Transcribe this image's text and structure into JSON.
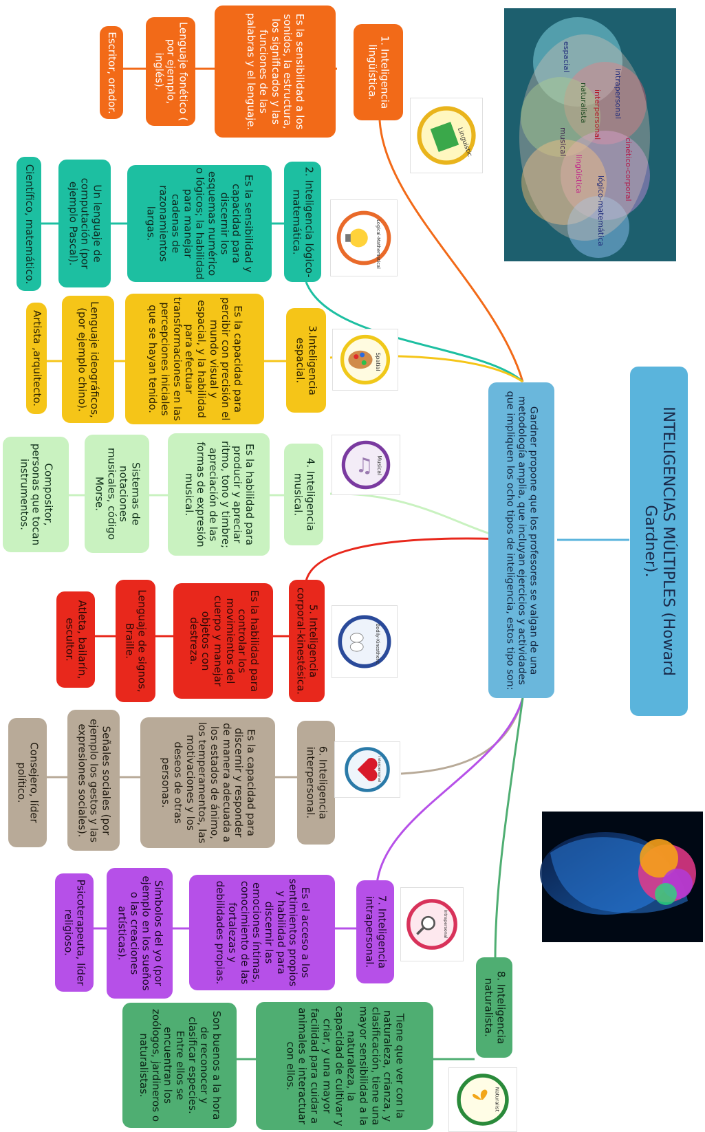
{
  "title": "INTELIGENCIAS MÚLTIPLES (Howard Gardner).",
  "central_text": "Gardner propone que los profesores se valgan de una metodología amplia, que incluyan ejercicios y actividades que impliquen los ocho tipos de inteligencia, estos tipo son:",
  "colors": {
    "title": "#5ab4dc",
    "central": "#6ab7dc",
    "linguistica": "#f26a18",
    "logico": "#1dbfa1",
    "espacial": "#f5c518",
    "musical": "#c9f2c0",
    "corporal": "#e8281c",
    "interpersonal": "#b8aa98",
    "intrapersonal": "#b650e8",
    "naturalista": "#4fae72"
  },
  "intelligences": [
    {
      "key": "linguistica",
      "name": "1. Inteligencia lingüística.",
      "description": "Es la sensibilidad a los sonidos, la estructura, los significados y las funciones de las palabras y el lenguaje.",
      "symbols": "Lenguaje fonético ( por ejemplo, inglés).",
      "roles": "Escritor, orador.",
      "icon": "book-icon",
      "icon_text": "Linguistic"
    },
    {
      "key": "logico",
      "name": "2. Inteligencia lógico-matemática.",
      "description": "Es la sensibilidad y capacidad para discernir los esquemas numérico o lógicos; la habilidad para manejar cadenas de razonamientos largas.",
      "symbols": "Un lenguaje de computación (por ejemplo Pascal).",
      "roles": "Científico, matemático.",
      "icon": "lightbulb-icon",
      "icon_text": "Logical-Mathematical"
    },
    {
      "key": "espacial",
      "name": "3.Inteligencia espacial.",
      "description": "Es la capacidad para percibir con precisión el mundo visual y espacial, y la habilidad para efectuar transformaciones en las percepciones iniciales que se hayan tenido.",
      "symbols": "Lenguaje ideográficos, (por ejemplo chino).",
      "roles": "Artista ,arquitecto.",
      "icon": "palette-icon",
      "icon_text": "Spatial"
    },
    {
      "key": "musical",
      "name": "4. Inteligencia musical.",
      "description": "Es la habilidad para producir y apreciar ritmo, tono y timbre; apreciación de las formas de expresión musical.",
      "symbols": "Sistemas de notaciones musicales, código Morse.",
      "roles": "Compositor, personas que tocan instrumentos.",
      "icon": "music-note-icon",
      "icon_text": "Musical"
    },
    {
      "key": "corporal",
      "name": "5. Inteligencia corporal-kinestésica.",
      "description": "Es la habilidad para controlar los movimientos del cuerpo y manejar objetos con destreza.",
      "symbols": "Lenguaje de signos, Braille.",
      "roles": "Atleta, bailarín, escultor.",
      "icon": "hands-icon",
      "icon_text": "Bodily-Kinesthetic"
    },
    {
      "key": "interpersonal",
      "name": "6. Inteligencia interpersonal.",
      "description": "Es la capacidad para discernir y responder de manera adecuada a los estados de ánimo, los temperamentos, las motivaciones y los deseos de otras personas.",
      "symbols": "Señales sociales (por ejemplo los gestos y las expresiones sociales).",
      "roles": "Consejero, líder político.",
      "icon": "heart-icon",
      "icon_text": "Interpersonal"
    },
    {
      "key": "intrapersonal",
      "name": "7. Inteligencia intrapersonal.",
      "description": "Es el acceso a los sentimientos propios y habilidad para discernir las emociones íntimas, conocimiento de las fortalezas y debilidades propias.",
      "symbols": "Símbolos del yo (por ejemplo en los sueños o las creaciones artísticas).",
      "roles": "Psicoterapeuta, líder religioso.",
      "icon": "magnifier-icon",
      "icon_text": "Intrapersonal"
    },
    {
      "key": "naturalista",
      "name": "8. Inteligencia naturalista.",
      "description": "Tiene que ver con la naturaleza, crianza, y clasificación, tiene una mayor sensibilidad a la naturaleza, la capacidad de cultivar y criar, y una mayor facilidad para cuidar a animales e interactuar con ellos.",
      "symbols": "Son buenos a la hora de reconocer y clasificar especies. Entre ellos se encuentran los zoólogos, jardineros o naturalistas.",
      "icon": "butterfly-icon",
      "icon_text": "Naturalist"
    }
  ],
  "brain_labels": [
    "intrapersonal",
    "interpersonal",
    "naturalista",
    "espacial",
    "musical",
    "cinético-corporal",
    "lingüística",
    "lógico-matemática"
  ]
}
